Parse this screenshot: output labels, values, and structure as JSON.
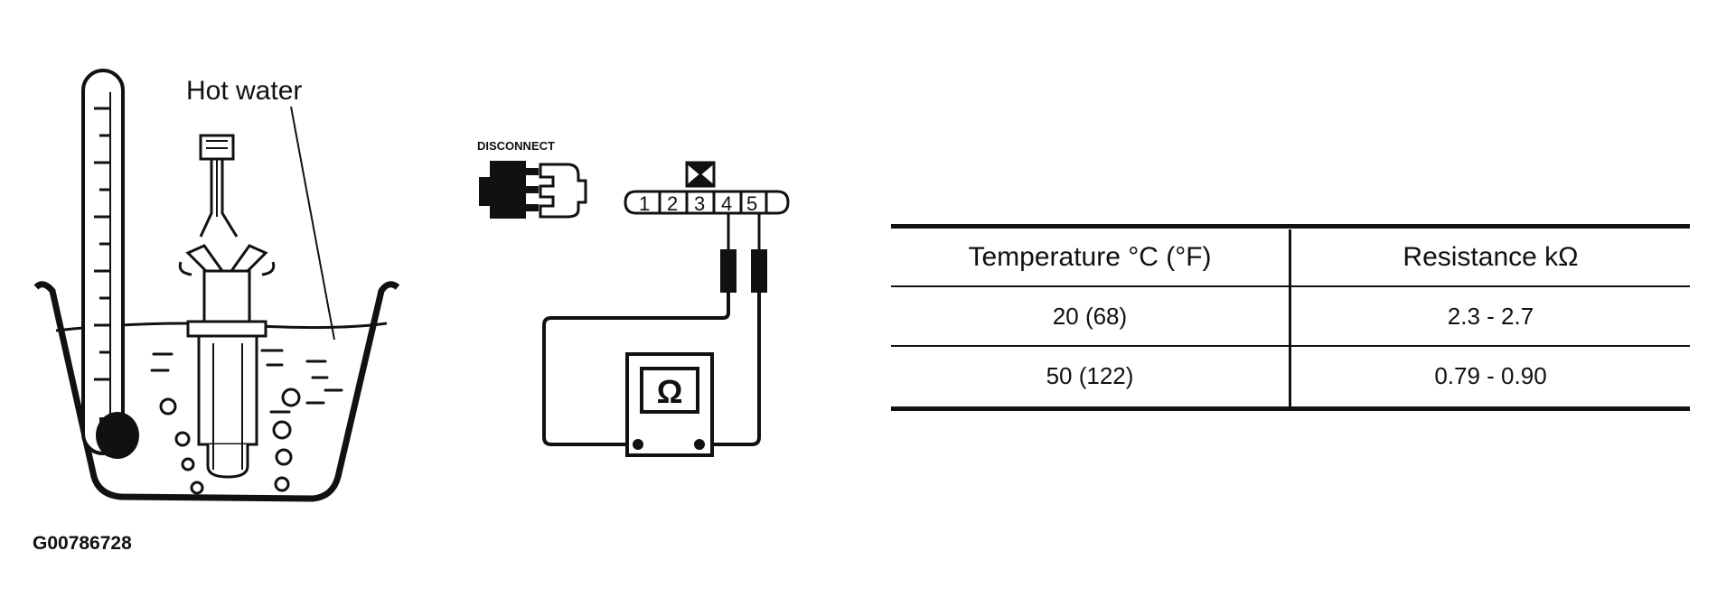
{
  "labels": {
    "hot_water": "Hot water",
    "disconnect": "DISCONNECT",
    "ohm_symbol": "Ω",
    "figure_code": "G00786728"
  },
  "connector": {
    "pins": [
      "1",
      "2",
      "3",
      "4",
      "5"
    ]
  },
  "table": {
    "headers": [
      "Temperature °C (°F)",
      "Resistance kΩ"
    ],
    "rows": [
      [
        "20 (68)",
        "2.3 - 2.7"
      ],
      [
        "50 (122)",
        "0.79 - 0.90"
      ]
    ]
  }
}
